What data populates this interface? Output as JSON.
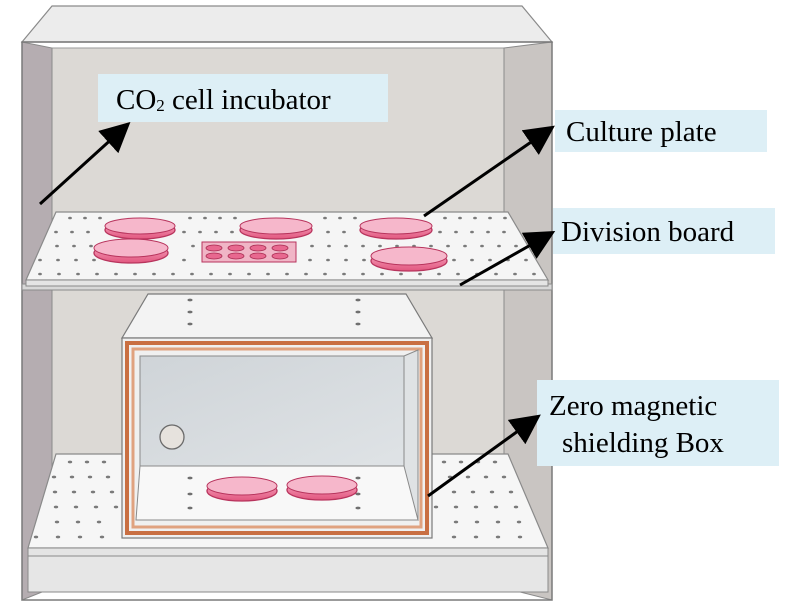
{
  "labels": {
    "incubator_main": "CO",
    "incubator_sub": "2",
    "incubator_rest": " cell incubator",
    "culture_plate": "Culture plate",
    "division_board": "Division board",
    "shielding_line1": "Zero magnetic",
    "shielding_line2": "shielding Box"
  },
  "colors": {
    "cabinet_frame": "#d4d4d4",
    "cabinet_back": "#dcd9d5",
    "side_wall": "#b0a8ac",
    "shelf": "#f7f7f7",
    "dish_fill": "#f07aa0",
    "dish_rim": "#c83d6a",
    "copper": "#d98a5e",
    "label_bg": "#ddeff6"
  },
  "icons": {
    "arrow": "arrow-head"
  }
}
